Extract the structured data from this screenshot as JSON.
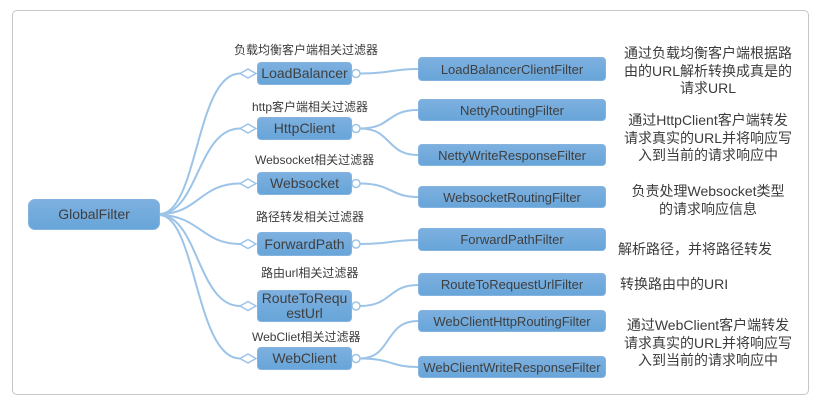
{
  "colors": {
    "node_fill": "#6fa8dc",
    "node_border": "#85b3e0",
    "connector": "#9cc3e8",
    "text": "#3f3f3f",
    "frame_border": "#c6c6c6"
  },
  "root": {
    "label": "GlobalFilter"
  },
  "branches": [
    {
      "category": "负载均衡客户端相关过滤器",
      "label": "LoadBalancer"
    },
    {
      "category": "http客户端相关过滤器",
      "label": "HttpClient"
    },
    {
      "category": "Websocket相关过滤器",
      "label": "Websocket"
    },
    {
      "category": "路径转发相关过滤器",
      "label": "ForwardPath"
    },
    {
      "category": "路由url相关过滤器",
      "label": "RouteToRequestUrl"
    },
    {
      "category": "WebCliet相关过滤器",
      "label": "WebClient"
    }
  ],
  "filters": [
    {
      "label": "LoadBalancerClientFilter"
    },
    {
      "label": "NettyRoutingFilter"
    },
    {
      "label": "NettyWriteResponseFilter"
    },
    {
      "label": "WebsocketRoutingFilter"
    },
    {
      "label": "ForwardPathFilter"
    },
    {
      "label": "RouteToRequestUrlFilter"
    },
    {
      "label": "WebClientHttpRoutingFilter"
    },
    {
      "label": "WebClientWriteResponseFilter"
    }
  ],
  "descriptions": [
    {
      "text": "通过负载均衡客户端根据路\n由的URL解析转换成真是的\n请求URL"
    },
    {
      "text": "通过HttpClient客户端转发\n请求真实的URL并将响应写\n入到当前的请求响应中"
    },
    {
      "text": "负责处理Websocket类型\n的请求响应信息"
    },
    {
      "text": "解析路径，并将路径转发"
    },
    {
      "text": "转换路由中的URI"
    },
    {
      "text": "通过WebClient客户端转发\n请求真实的URL并将响应写\n入到当前的请求响应中"
    }
  ]
}
